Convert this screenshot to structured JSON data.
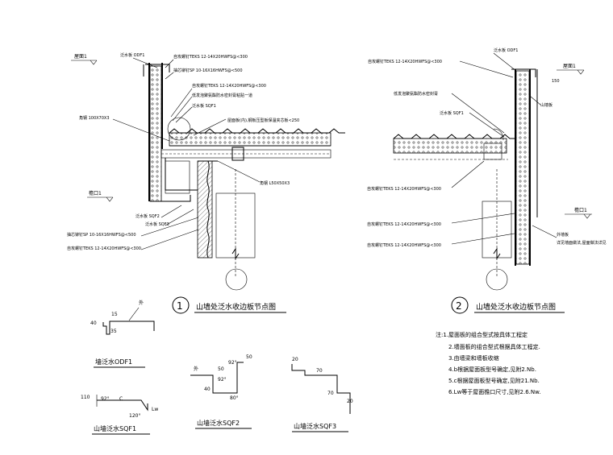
{
  "left_detail": {
    "roof_level": "屋面1",
    "gutter_level": "檐口1",
    "flashing_odf1": "泛水板 ODF1",
    "screw_1": "自攻螺钉TEKS  12-14X20HWFS@<300",
    "rivet_1": "抽芯铆钉SP 10-16X16HWFS@<500",
    "screw_2": "自攻螺钉TEKS  12-14X20HWFS@<300",
    "sealant": "低发泡聚氨酯防水密封膏粘贴一道",
    "flashing_sqf1": "泛水板 SQF1",
    "roof_panel": "屋面板(内),钢板压型板保温夹芯板<250",
    "angle_steel": "角钢 100X70X3",
    "angle_2": "角钢 L50X50X3",
    "flashing_sqf2": "泛水板 SQF2",
    "flashing_sqf3": "泛水板 SQF3",
    "rivet_2": "抽芯铆钉SP 10-16X16HWFS@<500",
    "screw_3": "自攻螺钉TEKS  12-14X20HWFS@<300",
    "number": "1",
    "title": "山墙处泛水收边板节点图"
  },
  "right_detail": {
    "flashing_odf1": "泛水板 ODF1",
    "roof_level": "屋面1",
    "dim": "150",
    "screw_1": "自攻螺钉TEKS  12-14X20HWFS@<300",
    "sealant": "低发泡聚氨酯防水密封膏",
    "flashing_sqf1": "泛水板 SQF1",
    "wall_panel": "山墙板",
    "screw_2": "自攻螺钉TEKS  12-14X20HWFS@<300",
    "gutter_level": "檐口1",
    "screw_3": "自攻螺钉TEKS  12-14X20HWFS@<300",
    "screw_4": "自攻螺钉TEKS  12-14X20HWFS@<300",
    "note_wall": "外墙板",
    "note_wall2": "详见墙面做法,屋面做法详见",
    "number": "2",
    "title": "山墙处泛水收边板节点图"
  },
  "profiles": {
    "odf1": {
      "label": "墙泛水ODF1",
      "dim_a": "40",
      "dim_b": "15",
      "dim_c": "35",
      "outside": "外"
    },
    "sqf1": {
      "label": "山墙泛水SQF1",
      "dim_a": "110",
      "dim_b": "92°",
      "dim_c": "C",
      "dim_d": "120°",
      "dim_e": "Lw"
    },
    "sqf2": {
      "label": "山墙泛水SQF2",
      "outside": "外",
      "dim_a": "50",
      "dim_b": "92°",
      "dim_c": "92°",
      "dim_d": "40",
      "dim_e": "80°",
      "dim_f": "50"
    },
    "sqf3": {
      "label": "山墙泛水SQF3",
      "dim_a": "20",
      "dim_b": "70",
      "dim_c": "70",
      "dim_d": "20"
    }
  },
  "notes": [
    "注:1.屋面板的组合型式按具体工程定",
    "2.墙面板的组合型式根据具体工程定.",
    "3.由墙梁和墙板收缩",
    "4.b根据屋面板型号确定,见附2.Nb.",
    "5.c根据屋面板型号确定,见附21.Nb.",
    "6.Lw等于屋面檐口尺寸,见附2.6.Nw."
  ]
}
